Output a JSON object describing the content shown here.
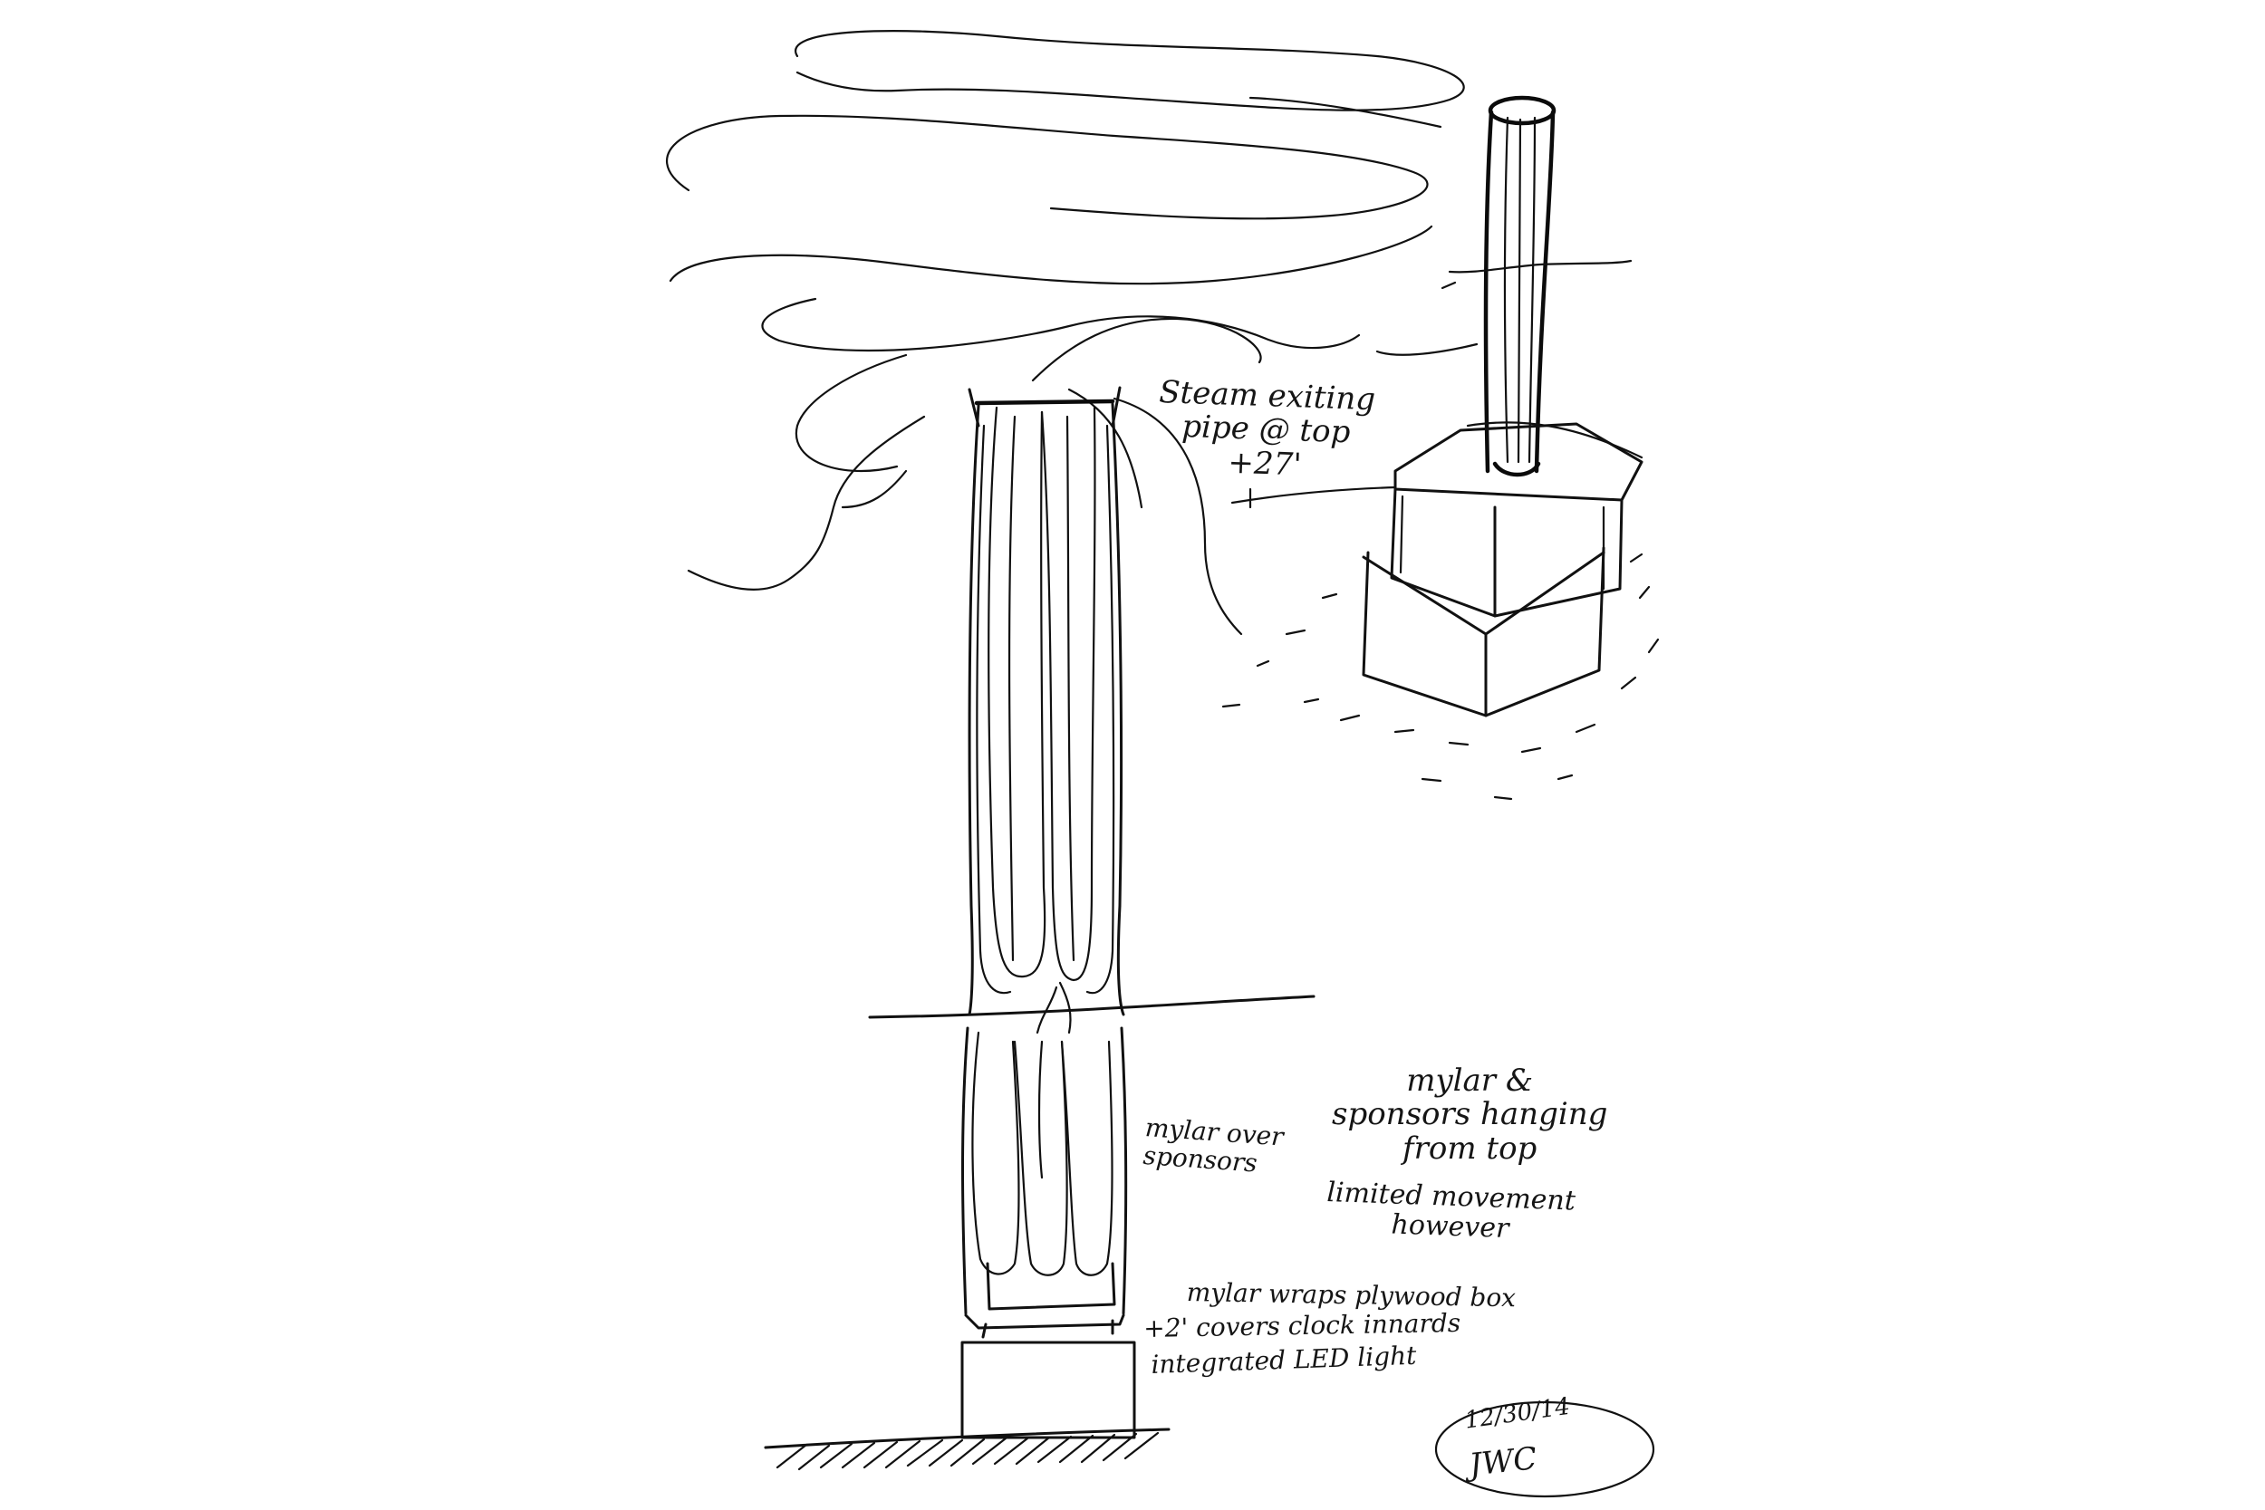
{
  "annotations": {
    "steam_pipe": "Steam exiting\npipe @ top\n+27'",
    "mylar_over_sponsors": "mylar over\nsponsors",
    "mylar_sponsors_hanging": "mylar &\nsponsors hanging\nfrom top",
    "limited_movement": "limited movement\nhowever",
    "mylar_wraps": "mylar wraps plywood box",
    "covers_clock": "+2' covers clock innards",
    "integrated_led": "integrated LED light",
    "date": "12/30/14",
    "initials": "JWC"
  },
  "colors": {
    "ink": "#111111",
    "paper": "#ffffff"
  }
}
